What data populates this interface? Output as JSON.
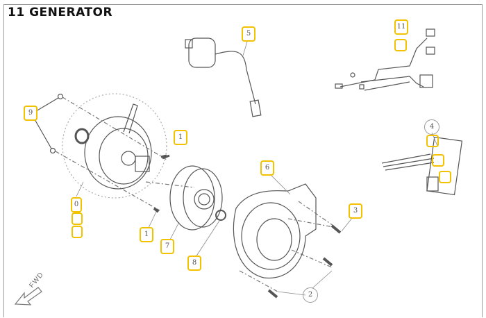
{
  "title": "11 GENERATOR",
  "direction_label": "FWD",
  "callouts": {
    "c9": "9",
    "c1a": "1",
    "c5": "5",
    "c11": "11",
    "c4": "4",
    "c6": "6",
    "c3": "3",
    "c0": "0",
    "c1b": "1",
    "c7": "7",
    "c8": "8",
    "c2": "2"
  },
  "colors": {
    "highlight": "#f2c200",
    "line": "#555555"
  }
}
